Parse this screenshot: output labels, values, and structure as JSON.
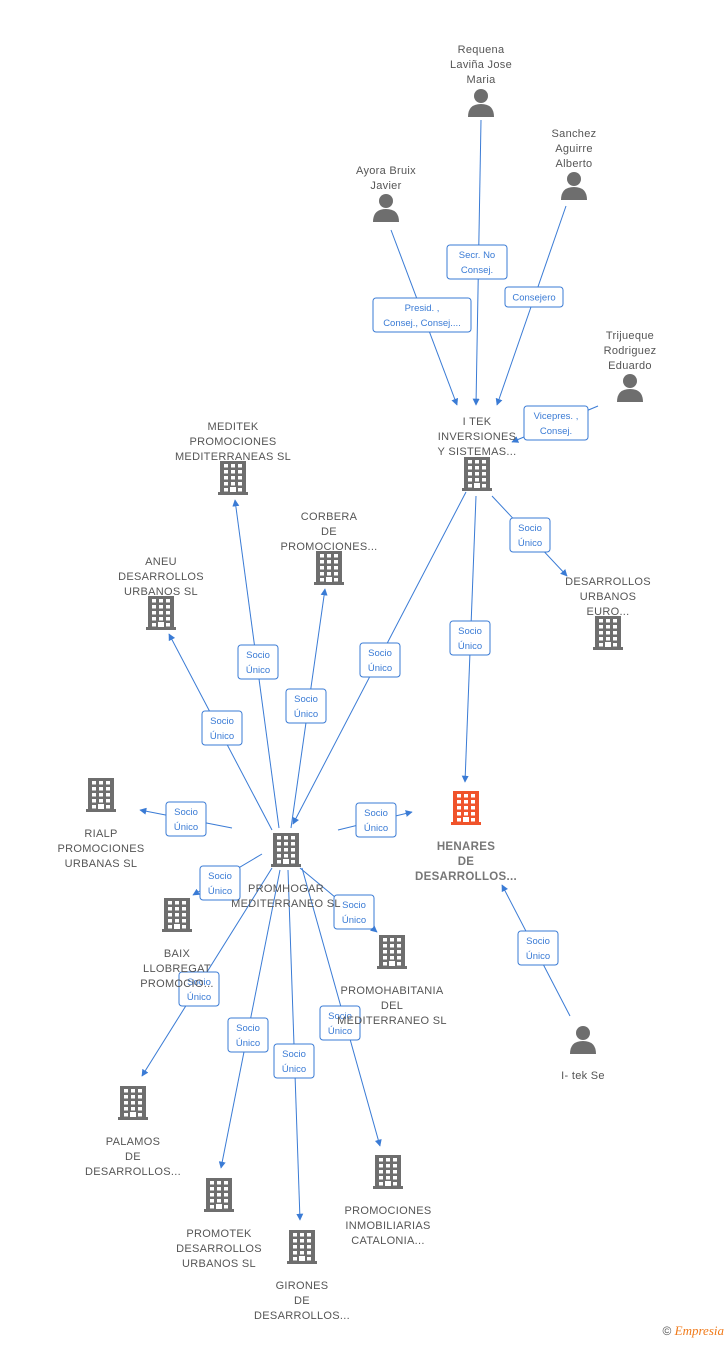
{
  "colors": {
    "edge": "#3a7bd5",
    "node": "#6e6e6e",
    "highlight": "#f0532b"
  },
  "footer": {
    "symbol": "©",
    "brand": "Empresia"
  },
  "nodes": [
    {
      "id": "requena",
      "kind": "person",
      "label": [
        "Requena",
        "Laviña Jose",
        "Maria"
      ]
    },
    {
      "id": "sanchez",
      "kind": "person",
      "label": [
        "Sanchez",
        "Aguirre",
        "Alberto"
      ]
    },
    {
      "id": "ayora",
      "kind": "person",
      "label": [
        "Ayora Bruix",
        "Javier"
      ]
    },
    {
      "id": "trijueque",
      "kind": "person",
      "label": [
        "Trijueque",
        "Rodriguez",
        "Eduardo"
      ]
    },
    {
      "id": "itek",
      "kind": "company",
      "label": [
        "I TEK",
        "INVERSIONES",
        "Y SISTEMAS..."
      ]
    },
    {
      "id": "meditek",
      "kind": "company",
      "label": [
        "MEDITEK",
        "PROMOCIONES",
        "MEDITERRANEAS SL"
      ]
    },
    {
      "id": "corbera",
      "kind": "company",
      "label": [
        "CORBERA",
        "DE",
        "PROMOCIONES..."
      ]
    },
    {
      "id": "aneu",
      "kind": "company",
      "label": [
        "ANEU",
        "DESARROLLOS",
        "URBANOS SL"
      ]
    },
    {
      "id": "deseuro",
      "kind": "company",
      "label": [
        "DESARROLLOS",
        "URBANOS",
        "EURO..."
      ]
    },
    {
      "id": "rialp",
      "kind": "company",
      "label": [
        "RIALP",
        "PROMOCIONES",
        "URBANAS  SL"
      ]
    },
    {
      "id": "promhogar",
      "kind": "company",
      "label": [
        "PROMHOGAR",
        "MEDITERRANEO SL"
      ]
    },
    {
      "id": "henares",
      "kind": "company",
      "highlight": true,
      "label": [
        "HENARES",
        "DE",
        "DESARROLLOS..."
      ]
    },
    {
      "id": "baix",
      "kind": "company",
      "label": [
        "BAIX",
        "LLOBREGAT",
        "PROMOCIO..."
      ]
    },
    {
      "id": "promohabitania",
      "kind": "company",
      "label": [
        "PROMOHABITANIA",
        "DEL",
        "MEDITERRANEO SL"
      ]
    },
    {
      "id": "itekse",
      "kind": "person",
      "label": [
        "I- tek Se"
      ]
    },
    {
      "id": "palamos",
      "kind": "company",
      "label": [
        "PALAMOS",
        "DE",
        "DESARROLLOS..."
      ]
    },
    {
      "id": "promotek",
      "kind": "company",
      "label": [
        "PROMOTEK",
        "DESARROLLOS",
        "URBANOS SL"
      ]
    },
    {
      "id": "promociones_cat",
      "kind": "company",
      "label": [
        "PROMOCIONES",
        "INMOBILIARIAS",
        "CATALONIA..."
      ]
    },
    {
      "id": "girones",
      "kind": "company",
      "label": [
        "GIRONES",
        "DE",
        "DESARROLLOS..."
      ]
    }
  ],
  "edges": [
    {
      "from": "requena",
      "to": "itek",
      "label": [
        "Secr.  No",
        "Consej."
      ]
    },
    {
      "from": "sanchez",
      "to": "itek",
      "label": [
        "Consejero"
      ]
    },
    {
      "from": "ayora",
      "to": "itek",
      "label": [
        "Presid. ,",
        "Consej., Consej...."
      ]
    },
    {
      "from": "trijueque",
      "to": "itek",
      "label": [
        "Vicepres. ,",
        "Consej."
      ]
    },
    {
      "from": "itek",
      "to": "deseuro",
      "label": [
        "Socio",
        "Único"
      ]
    },
    {
      "from": "itek",
      "to": "henares",
      "label": [
        "Socio",
        "Único"
      ]
    },
    {
      "from": "itek",
      "to": "promhogar",
      "label": [
        "Socio",
        "Único"
      ]
    },
    {
      "from": "promhogar",
      "to": "meditek",
      "label": [
        "Socio",
        "Único"
      ]
    },
    {
      "from": "promhogar",
      "to": "corbera",
      "label": [
        "Socio",
        "Único"
      ]
    },
    {
      "from": "promhogar",
      "to": "aneu",
      "label": [
        "Socio",
        "Único"
      ]
    },
    {
      "from": "promhogar",
      "to": "rialp",
      "label": [
        "Socio",
        "Único"
      ]
    },
    {
      "from": "promhogar",
      "to": "henares",
      "label": [
        "Socio",
        "Único"
      ]
    },
    {
      "from": "promhogar",
      "to": "baix",
      "label": [
        "Socio",
        "Único"
      ]
    },
    {
      "from": "promhogar",
      "to": "promohabitania",
      "label": [
        "Socio",
        "Único"
      ]
    },
    {
      "from": "promhogar",
      "to": "palamos",
      "label": [
        "Socio",
        "Único"
      ]
    },
    {
      "from": "promhogar",
      "to": "promotek",
      "label": [
        "Socio",
        "Único"
      ]
    },
    {
      "from": "promhogar",
      "to": "girones",
      "label": [
        "Socio",
        "Único"
      ]
    },
    {
      "from": "promhogar",
      "to": "promociones_cat",
      "label": [
        "Socio",
        "Único"
      ]
    },
    {
      "from": "itekse",
      "to": "henares",
      "label": [
        "Socio",
        "Único"
      ]
    }
  ]
}
